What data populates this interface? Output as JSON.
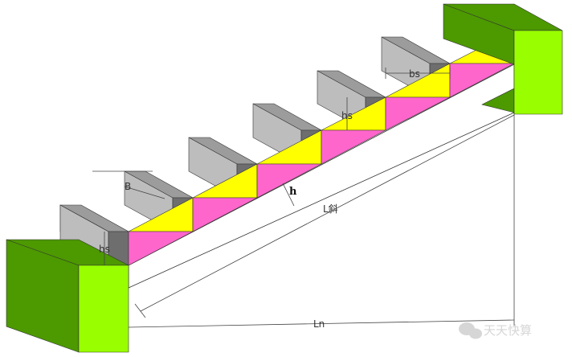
{
  "labels": {
    "bs_top": "bs",
    "hs_top": "hs",
    "B": "B",
    "h": "h",
    "L_slant": "L斜",
    "hs_bottom": "hs",
    "Ln": "Ln"
  },
  "watermark": {
    "icon": "wechat-icon",
    "text": "天天快算"
  },
  "colors": {
    "block_light": "#99ff00",
    "block_dark": "#4c9900",
    "step_light": "#bdbdbd",
    "step_top": "#9c9c9c",
    "step_dark": "#6e6e6e",
    "triangle_yellow": "#ffff00",
    "triangle_pink": "#ff66cc",
    "slab": "#ffffff"
  }
}
